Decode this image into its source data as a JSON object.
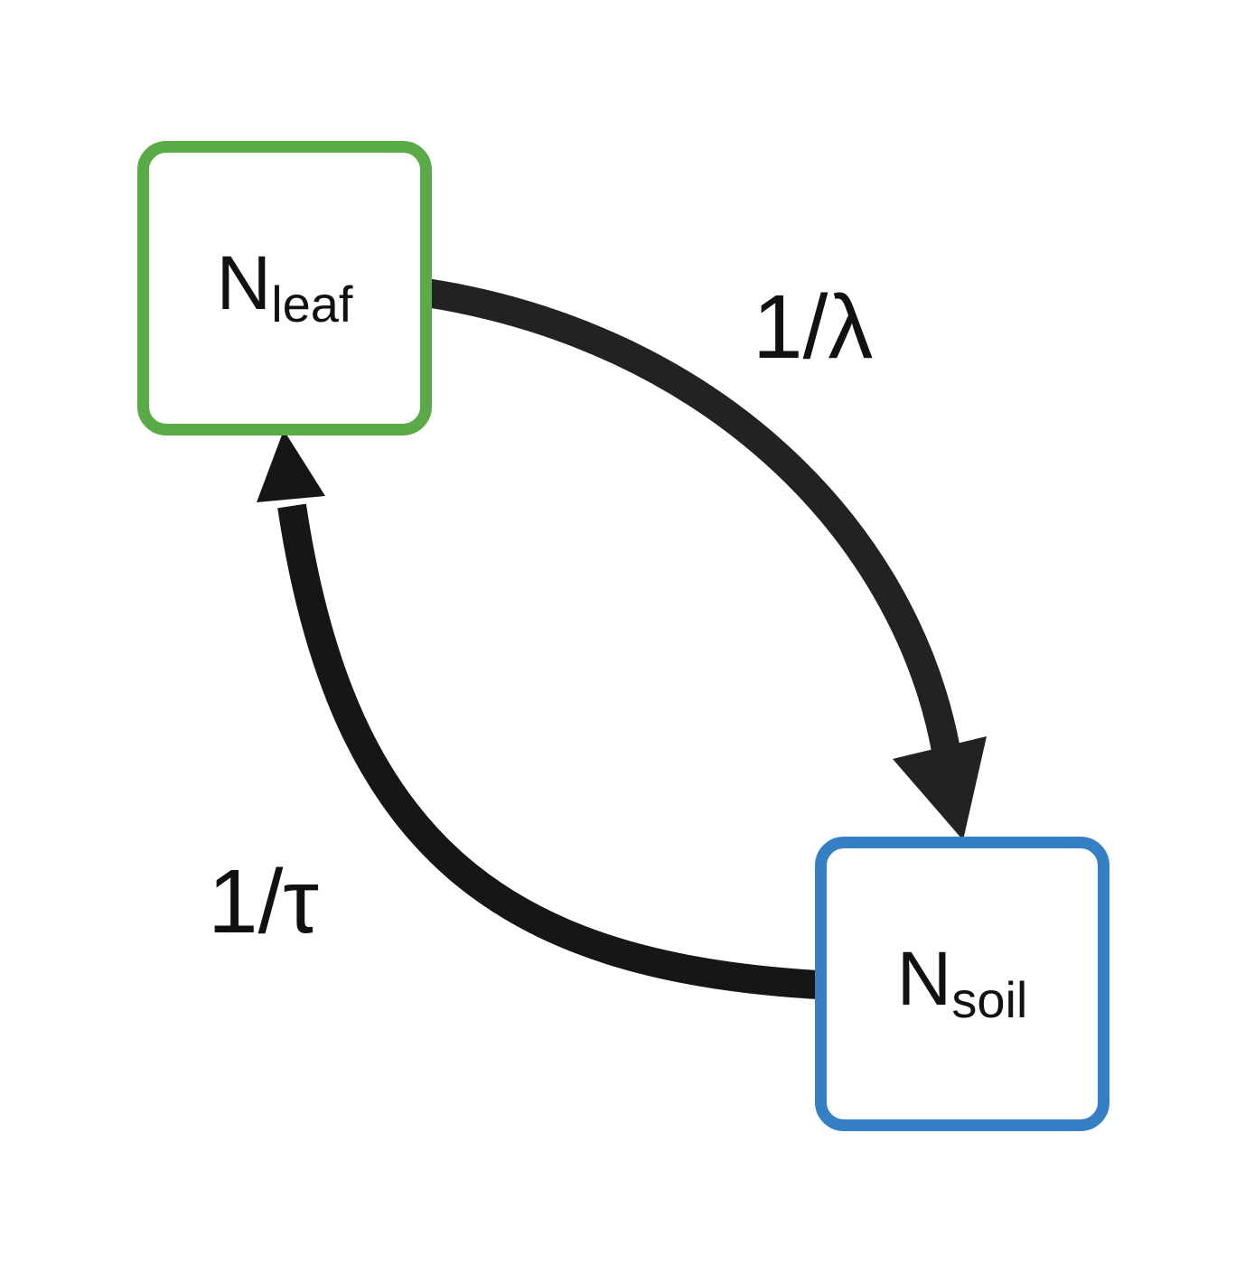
{
  "nodes": {
    "leaf": {
      "main": "N",
      "sub": "leaf",
      "border_color": "#5aab47"
    },
    "soil": {
      "main": "N",
      "sub": "soil",
      "border_color": "#3580c4"
    }
  },
  "edges": {
    "leaf_to_soil": {
      "label": "1/λ",
      "color": "#222222"
    },
    "soil_to_leaf": {
      "label": "1/τ",
      "color": "#161616"
    }
  }
}
